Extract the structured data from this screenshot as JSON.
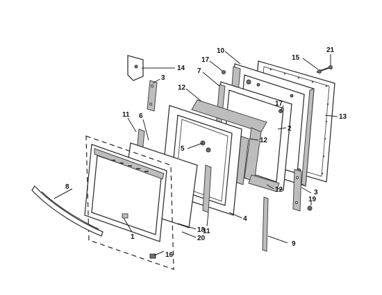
{
  "callouts": [
    {
      "id": "c21",
      "text": "21"
    },
    {
      "id": "c15",
      "text": "15"
    },
    {
      "id": "c10",
      "text": "10"
    },
    {
      "id": "c17a",
      "text": "17"
    },
    {
      "id": "c14",
      "text": "14"
    },
    {
      "id": "c7",
      "text": "7"
    },
    {
      "id": "c3a",
      "text": "3"
    },
    {
      "id": "c12a",
      "text": "12"
    },
    {
      "id": "c17b",
      "text": "17"
    },
    {
      "id": "c13",
      "text": "13"
    },
    {
      "id": "c11a",
      "text": "11"
    },
    {
      "id": "c6",
      "text": "6"
    },
    {
      "id": "c2",
      "text": "2"
    },
    {
      "id": "c5",
      "text": "5"
    },
    {
      "id": "c12b",
      "text": "12"
    },
    {
      "id": "c12c",
      "text": "12"
    },
    {
      "id": "c8",
      "text": "8"
    },
    {
      "id": "c3b",
      "text": "3"
    },
    {
      "id": "c19",
      "text": "19"
    },
    {
      "id": "c4",
      "text": "4"
    },
    {
      "id": "c11b",
      "text": "11"
    },
    {
      "id": "c1",
      "text": "1"
    },
    {
      "id": "c18",
      "text": "18"
    },
    {
      "id": "c20",
      "text": "20"
    },
    {
      "id": "c9",
      "text": "9"
    },
    {
      "id": "c16",
      "text": "16"
    }
  ]
}
